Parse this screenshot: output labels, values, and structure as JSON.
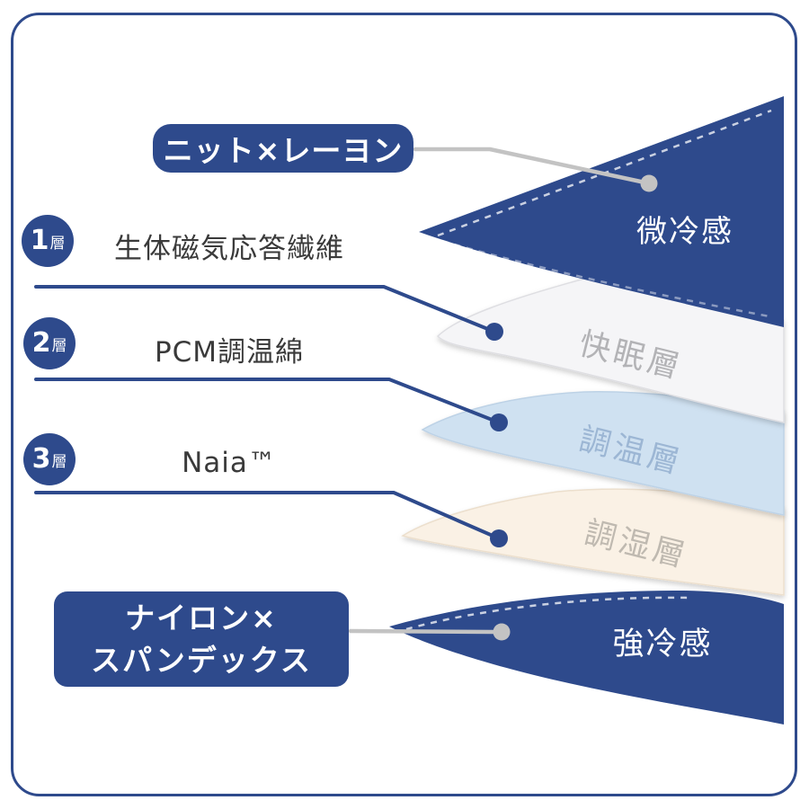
{
  "colors": {
    "navy": "#2e4a8c",
    "white_layer": "#f5f5f7",
    "blue_layer": "#cfe1f1",
    "cream_layer": "#faf1e5",
    "leader_gray": "#c3c3c3",
    "sleep_tag_text": "#b3b3b6",
    "temp_tag_text": "#9cb6d4",
    "humidity_tag_text": "#bfb9b0"
  },
  "top_label": {
    "text": "ニット×レーヨン"
  },
  "rows": [
    {
      "num": "1",
      "suffix": "層",
      "material": "生体磁気応答繊維"
    },
    {
      "num": "2",
      "suffix": "層",
      "material": "PCM調温綿"
    },
    {
      "num": "3",
      "suffix": "層",
      "material": "Naia™"
    }
  ],
  "bottom_label": {
    "line1": "ナイロン×",
    "line2": "スパンデックス"
  },
  "layer_tags": {
    "top": "微冷感",
    "sleep": "快眠層",
    "temp": "調温層",
    "humidity": "調湿層",
    "bottom": "強冷感"
  }
}
